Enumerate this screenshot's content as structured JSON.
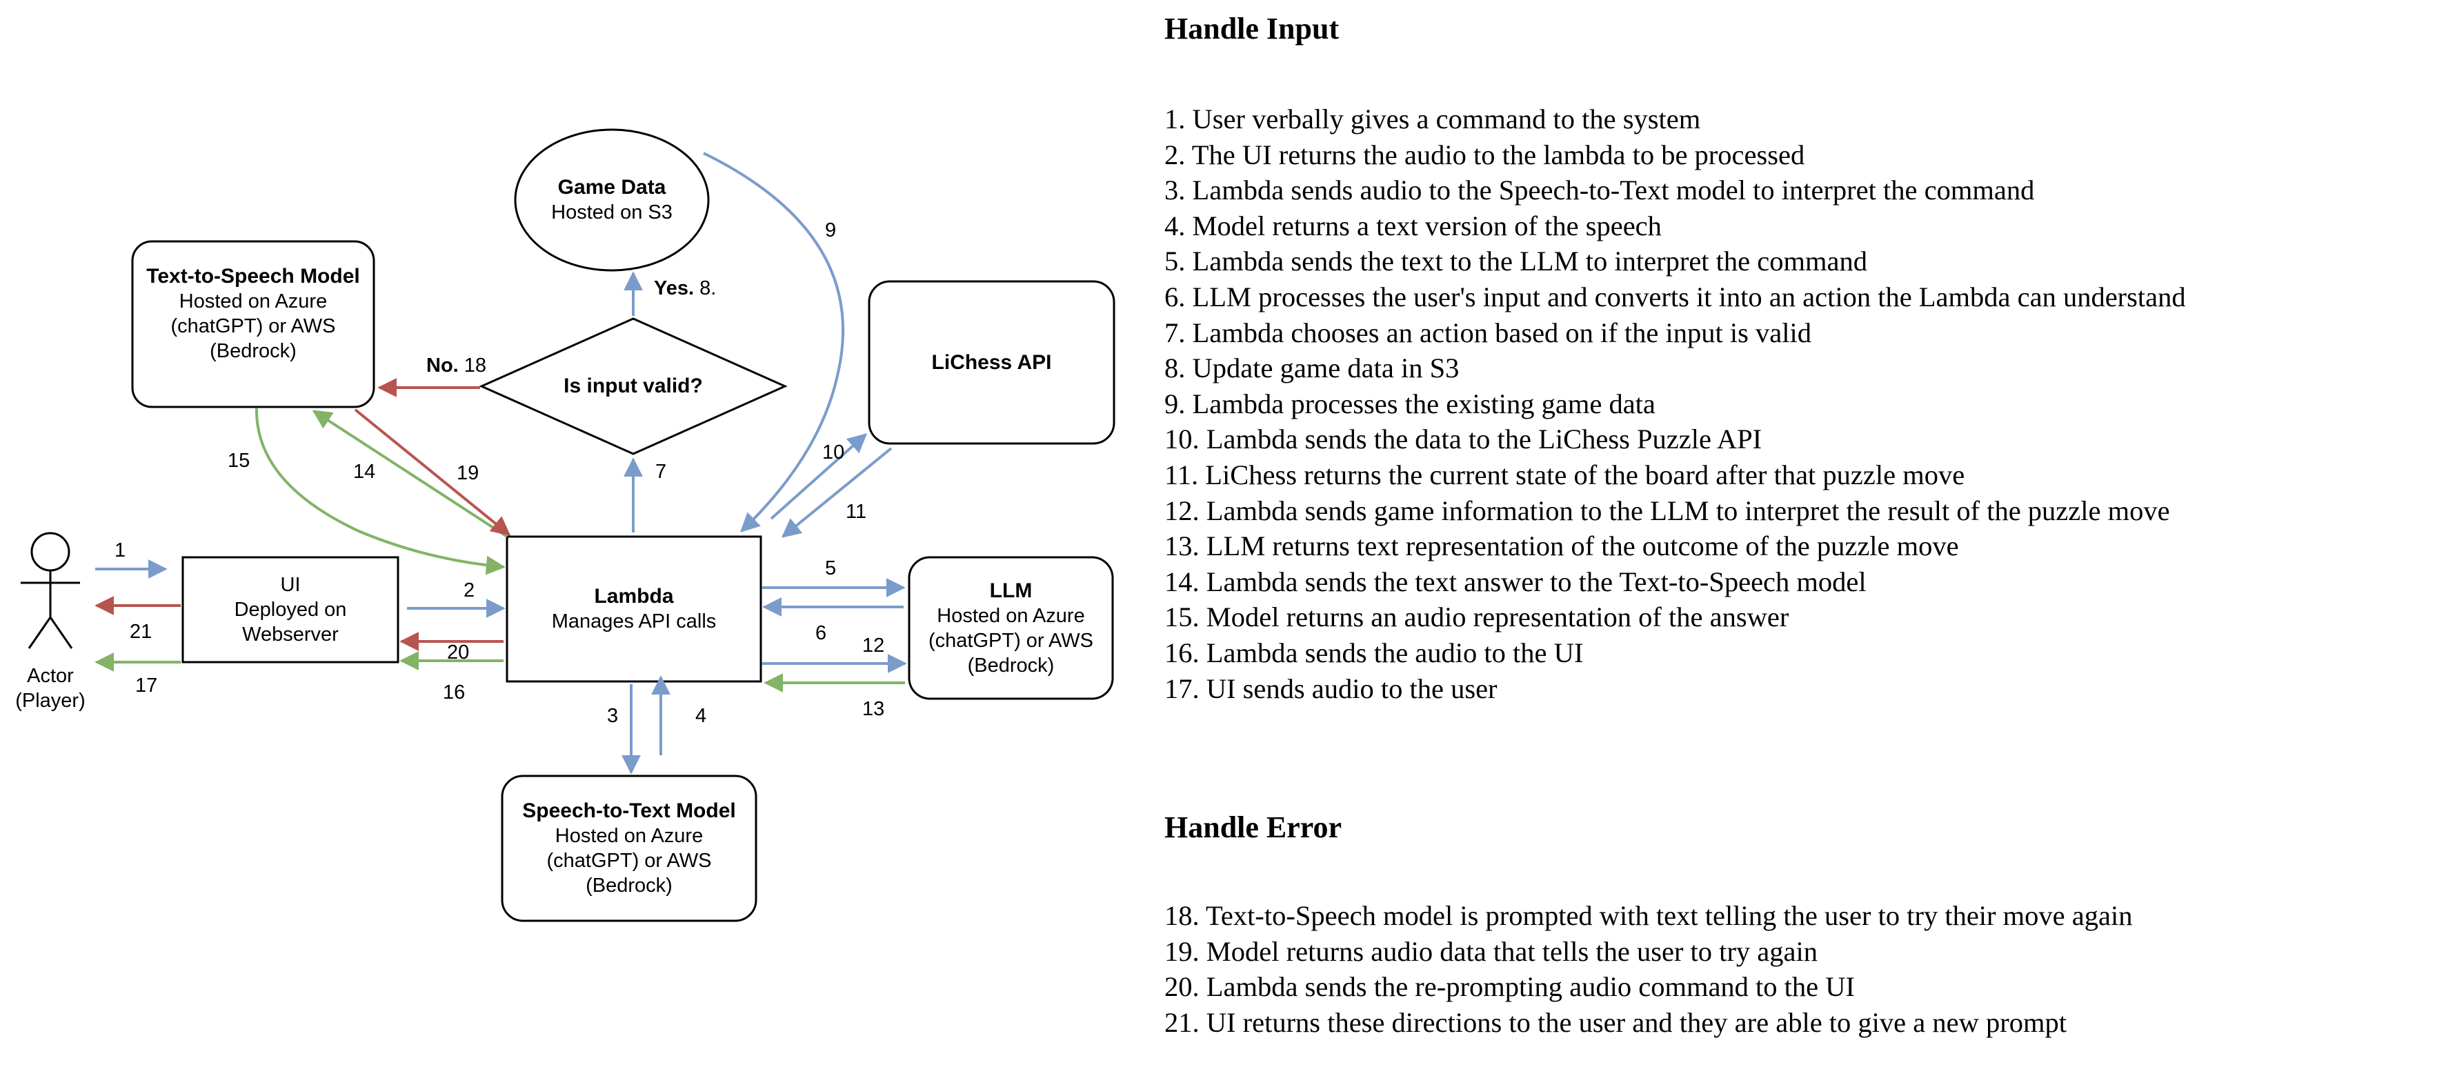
{
  "diagram": {
    "nodes": {
      "game_data": {
        "title": "Game Data",
        "sub": [
          "Hosted on S3"
        ]
      },
      "tts": {
        "title": "Text-to-Speech Model",
        "sub": [
          "Hosted on Azure",
          "(chatGPT) or AWS",
          "(Bedrock)"
        ]
      },
      "lichess": {
        "title": "LiChess API",
        "sub": []
      },
      "decision": {
        "title": "Is input valid?"
      },
      "ui": {
        "title": "UI",
        "sub": [
          "Deployed on",
          "Webserver"
        ]
      },
      "lambda": {
        "title": "Lambda",
        "sub": [
          "Manages API calls"
        ]
      },
      "llm": {
        "title": "LLM",
        "sub": [
          "Hosted on Azure",
          "(chatGPT) or AWS",
          "(Bedrock)"
        ]
      },
      "stt": {
        "title": "Speech-to-Text Model",
        "sub": [
          "Hosted on Azure",
          "(chatGPT) or AWS",
          "(Bedrock)"
        ]
      },
      "actor": {
        "lines": [
          "Actor",
          "(Player)"
        ]
      }
    },
    "labels": {
      "yes": "Yes.",
      "yes_num": "8.",
      "no": "No.",
      "no_num": "18",
      "e1": "1",
      "e2": "2",
      "e3": "3",
      "e4": "4",
      "e5": "5",
      "e6": "6",
      "e7": "7",
      "e9": "9",
      "e10": "10",
      "e11": "11",
      "e12": "12",
      "e13": "13",
      "e14": "14",
      "e15": "15",
      "e16": "16",
      "e17": "17",
      "e19": "19",
      "e20": "20",
      "e21": "21"
    },
    "colors": {
      "blue": "#7b9ccb",
      "red": "#b85450",
      "green": "#82b366",
      "stroke": "#000000"
    }
  },
  "steps": {
    "input_heading": "Handle Input",
    "input": [
      "1. User verbally gives a command to the system",
      "2. The UI returns the audio to the lambda to be processed",
      "3. Lambda sends audio to the Speech-to-Text model to interpret the command",
      "4. Model returns a text version of the speech",
      "5. Lambda sends the text to the LLM to interpret the command",
      "6. LLM processes the user's input and converts it into an action the Lambda can understand",
      "7. Lambda chooses an action based on if the input is valid",
      "8. Update game data in S3",
      "9. Lambda processes the existing game data",
      "10. Lambda sends the data to the LiChess Puzzle API",
      "11. LiChess returns the current state of the board after that puzzle move",
      "12. Lambda sends game information to the LLM to interpret the result of the puzzle move",
      "13. LLM returns text representation of the outcome of the puzzle move",
      "14. Lambda sends the text answer to the Text-to-Speech model",
      "15. Model returns an audio representation of the answer",
      "16. Lambda sends the audio to the UI",
      "17. UI sends audio to the user"
    ],
    "error_heading": "Handle Error",
    "error": [
      "18. Text-to-Speech model is prompted with text telling the user to try their move again",
      "19. Model returns audio data that tells the user to try again",
      "20. Lambda sends the re-prompting audio command to the UI",
      "21. UI returns these directions to the user and they are able to give a new prompt"
    ]
  }
}
